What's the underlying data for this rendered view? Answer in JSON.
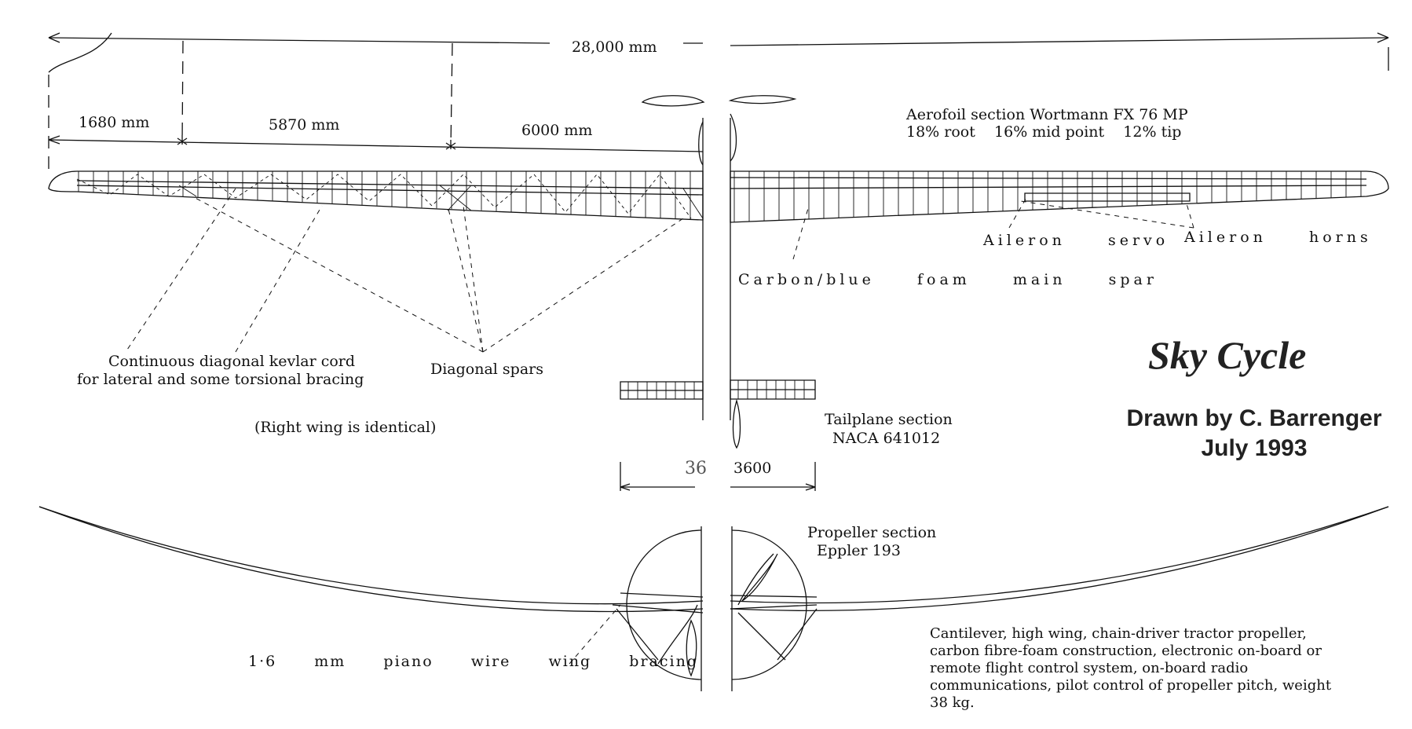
{
  "dimensions": {
    "span": "28,000 mm",
    "seg1": "1680 mm",
    "seg2": "5870 mm",
    "seg3": "6000 mm",
    "tail_left": "36",
    "tail_right": "3600"
  },
  "labels": {
    "aerofoil_line1": "Aerofoil section Wortmann FX 76 MP",
    "aerofoil_line2": "18% root    16% mid point    12% tip",
    "aileron_servo": "Aileron  servo",
    "aileron_horns": "Aileron  horns",
    "main_spar": "Carbon/blue  foam  main  spar",
    "kevlar_line1": "Continuous diagonal kevlar cord",
    "kevlar_line2": "for lateral and some torsional bracing",
    "diagonal_spars": "Diagonal spars",
    "right_wing_note": "(Right wing is identical)",
    "tailplane_line1": "Tailplane section",
    "tailplane_line2": "NACA 641012",
    "propeller_line1": "Propeller section",
    "propeller_line2": "Eppler 193",
    "piano_wire": "1·6  mm  piano  wire  wing  bracing"
  },
  "title": "Sky Cycle",
  "credit_line1": "Drawn by C. Barrenger",
  "credit_line2": "July 1993",
  "description": "Cantilever, high wing, chain-driver tractor propeller, carbon fibre-foam construction, electronic on-board or remote flight control system, on-board radio communications, pilot control of propeller pitch, weight 38 kg."
}
